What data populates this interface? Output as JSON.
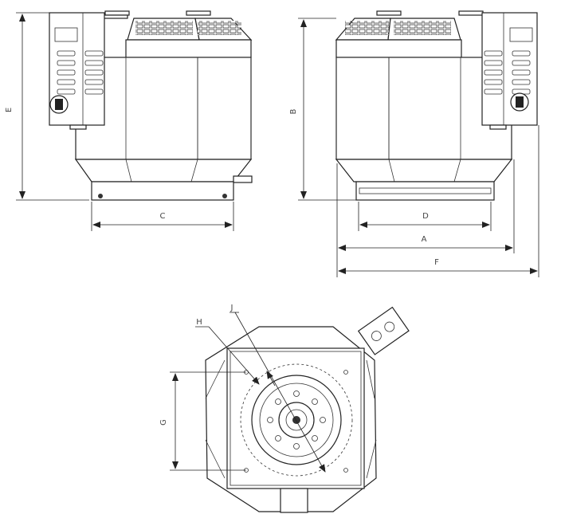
{
  "drawing": {
    "views": [
      "side-view-left",
      "side-view-right",
      "top-view"
    ],
    "dimension_labels": {
      "A": "A",
      "B": "B",
      "C": "C",
      "D": "D",
      "E": "E",
      "F": "F",
      "G": "G",
      "H": "H",
      "J": "J"
    },
    "line_color": "#222222",
    "background": "#ffffff"
  }
}
